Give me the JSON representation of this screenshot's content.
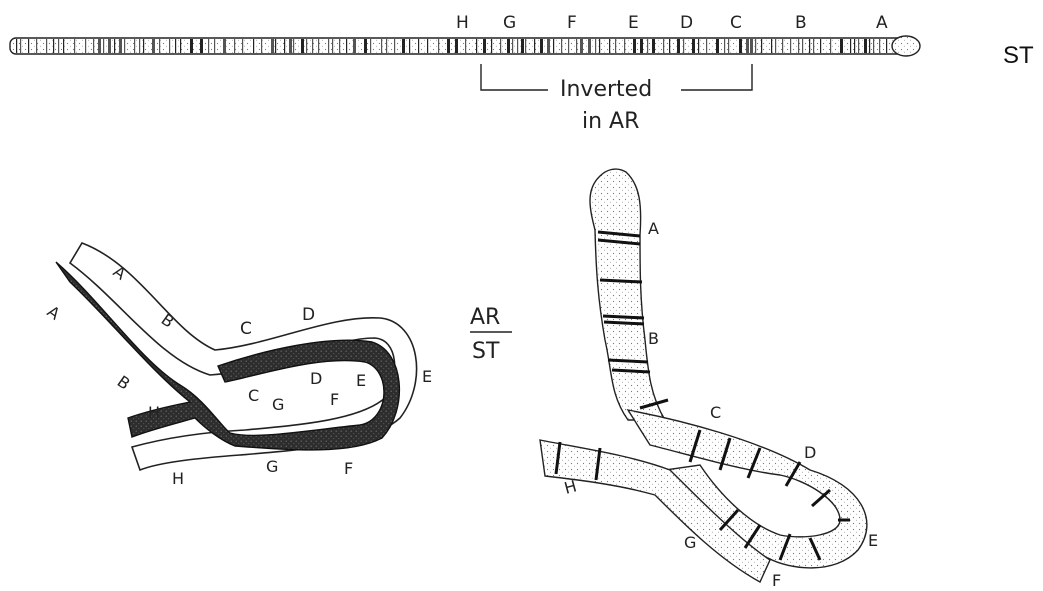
{
  "top_chromosome": {
    "band_letters": [
      "H",
      "G",
      "F",
      "E",
      "D",
      "C",
      "B",
      "A"
    ],
    "bracket_label_line1": "Inverted",
    "bracket_label_line2": "in AR"
  },
  "side_label": "ST",
  "fraction": {
    "numerator": "AR",
    "denominator": "ST"
  },
  "schematic_loop": {
    "dark_strand_letters": [
      "A",
      "B",
      "C",
      "D",
      "E",
      "F",
      "G",
      "H"
    ],
    "light_strand_letters": [
      "A",
      "B",
      "C",
      "D",
      "E",
      "F",
      "G",
      "H"
    ]
  },
  "drawn_loop": {
    "letters": [
      "A",
      "B",
      "C",
      "D",
      "E",
      "F",
      "G",
      "H"
    ]
  },
  "colors": {
    "ink": "#222222",
    "dark_fill": "#333333",
    "paper": "#ffffff"
  }
}
